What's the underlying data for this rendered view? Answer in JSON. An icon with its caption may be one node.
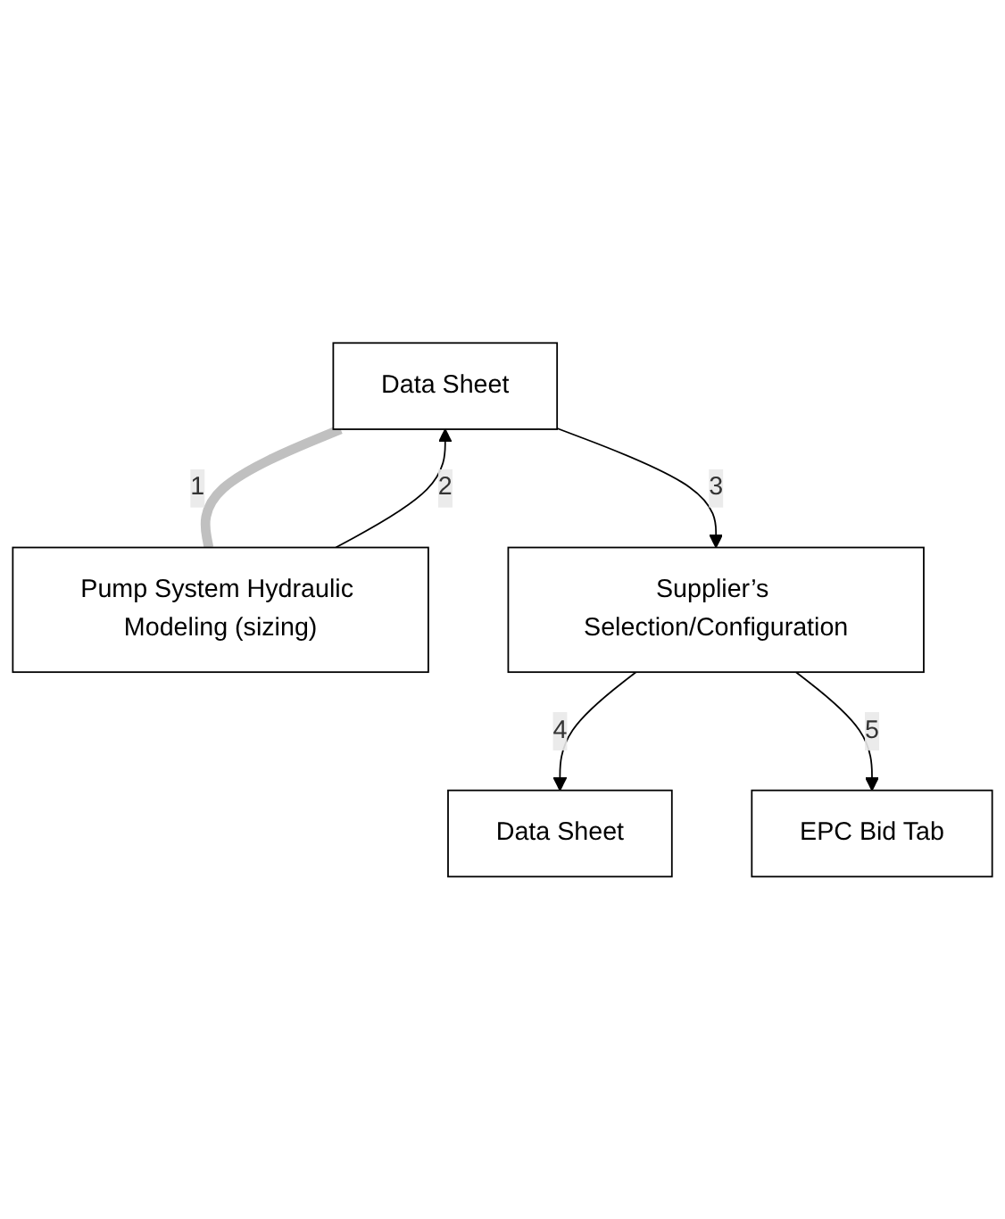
{
  "diagram": {
    "nodes": [
      {
        "text": [
          "Data Sheet"
        ]
      },
      {
        "text": [
          "Pump System Hydraulic Modeling (sizing)"
        ]
      },
      {
        "text": [
          "Supplier’s Selection/Configuration"
        ]
      },
      {
        "text": [
          "Data Sheet"
        ]
      },
      {
        "text": [
          "EPC Bid Tab"
        ]
      }
    ],
    "edges": [
      {
        "from": 0,
        "to": 1,
        "arrow": "none",
        "label": "1",
        "style": "thick",
        "color": "#c0c0c0"
      },
      {
        "from": 1,
        "to": 0,
        "arrow": "to",
        "label": "2"
      },
      {
        "from": 0,
        "to": 2,
        "arrow": "to",
        "label": "3"
      },
      {
        "from": 2,
        "to": 3,
        "arrow": "to",
        "label": "4"
      },
      {
        "from": 2,
        "to": 4,
        "arrow": "to",
        "label": "5"
      }
    ]
  }
}
